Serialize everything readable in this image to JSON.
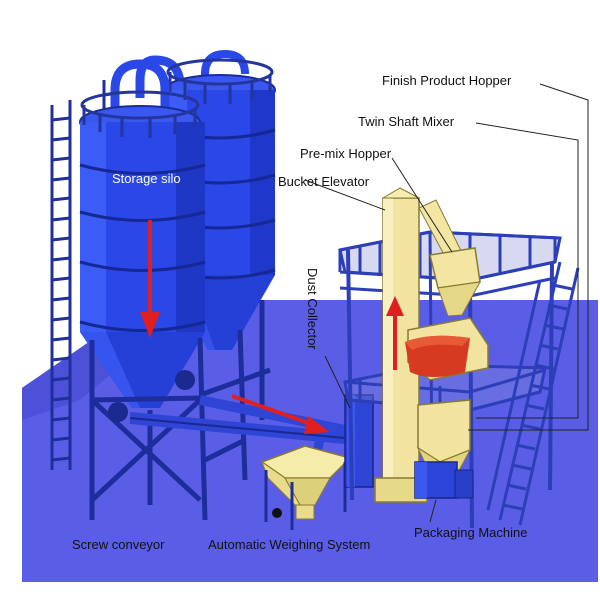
{
  "labels": {
    "finish_product_hopper": "Finish Product Hopper",
    "twin_shaft_mixer": "Twin Shaft Mixer",
    "premix_hopper": "Pre-mix Hopper",
    "bucket_elevator": "Bucket Elevator",
    "storage_silo": "Storage silo",
    "dust_collector": "Dust Collector",
    "screw_conveyor": "Screw conveyor",
    "automatic_weighing_system": "Automatic Weighing System",
    "packaging_machine": "Packaging Machine"
  },
  "colors": {
    "floor": "#5a5ee6",
    "steel": "#2b3fc4",
    "steel_dark": "#18248a",
    "silo": "#2a47e8",
    "equipment_yellow": "#f1e6a0",
    "flow_arrow": "#e02020",
    "mixer_red": "#d63a20"
  }
}
